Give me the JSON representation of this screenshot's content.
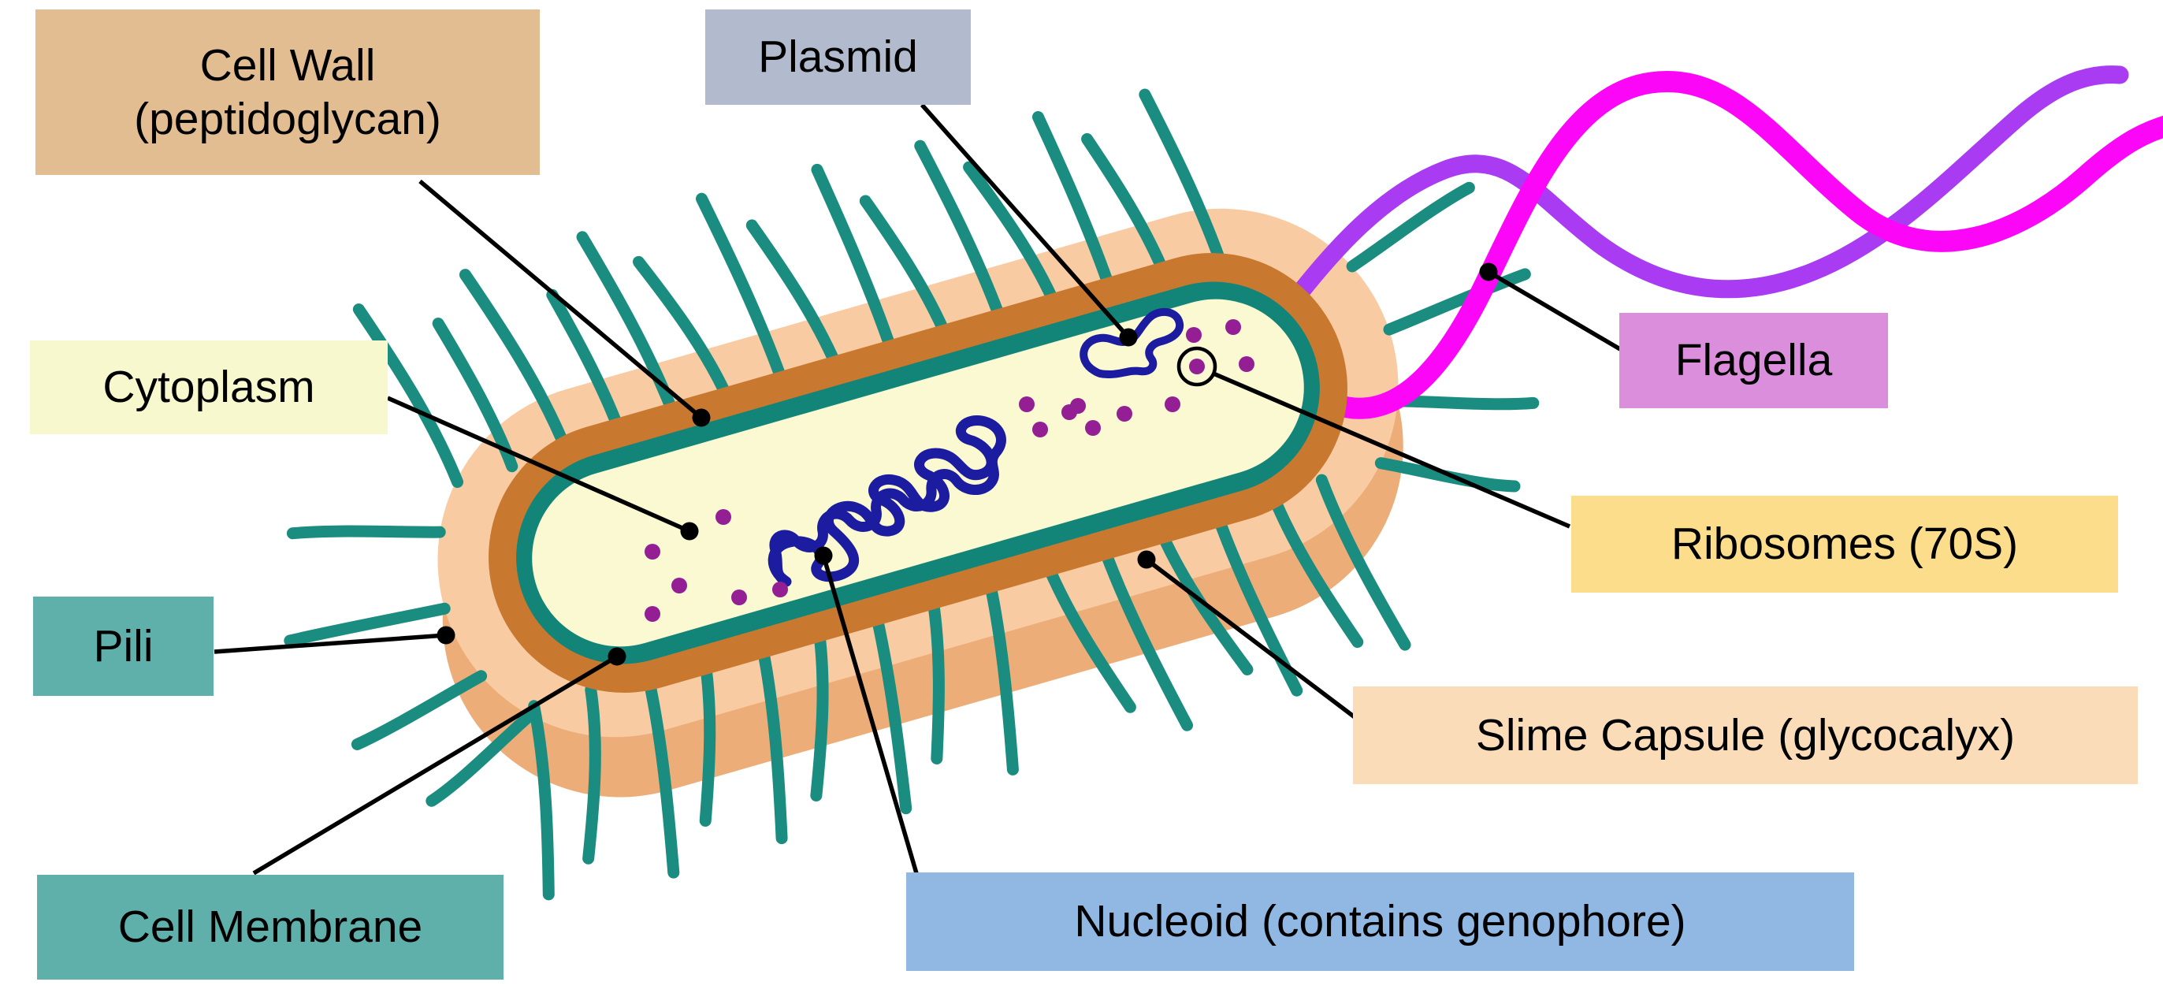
{
  "labels": {
    "cell_wall": {
      "line1": "Cell Wall",
      "line2": "(peptidoglycan)",
      "bg": "#E3BD92"
    },
    "plasmid": {
      "text": "Plasmid",
      "bg": "#B2BBCD"
    },
    "cytoplasm": {
      "text": "Cytoplasm",
      "bg": "#F8F8CE"
    },
    "pili": {
      "text": "Pili",
      "bg": "#5FAFAB"
    },
    "cell_membrane": {
      "text": "Cell Membrane",
      "bg": "#5FAFAB"
    },
    "flagella": {
      "text": "Flagella",
      "bg": "#DB8EDB"
    },
    "ribosomes": {
      "text": "Ribosomes (70S)",
      "bg": "#FBDD8B"
    },
    "slime_capsule": {
      "text": "Slime Capsule (glycocalyx)",
      "bg": "#FBDCB8"
    },
    "nucleoid": {
      "text": "Nucleoid (contains genophore)",
      "bg": "#90B8E2"
    }
  },
  "colors": {
    "capsule_light": "#F9CBA2",
    "capsule_shadow": "#EDAD78",
    "cell_wall": "#C9792F",
    "membrane": "#128578",
    "cytoplasm": "#FAF9D2",
    "pili": "#1A8C80",
    "flagellum_magenta": "#FB06F6",
    "flagellum_purple": "#A93BF2",
    "nucleoid": "#1C1CA0",
    "ribosome": "#941E94",
    "leader_line": "#000000"
  }
}
